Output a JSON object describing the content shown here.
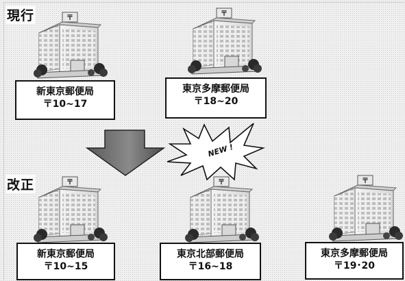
{
  "sections": {
    "current_label": "現行",
    "revised_label": "改正"
  },
  "current_offices": [
    {
      "name": "新東京郵便局",
      "zip": "〒10~17"
    },
    {
      "name": "東京多摩郵便局",
      "zip": "〒18~20"
    }
  ],
  "revised_offices": [
    {
      "name": "新東京郵便局",
      "zip": "〒10~15"
    },
    {
      "name": "東京北部郵便局",
      "zip": "〒16~18"
    },
    {
      "name": "東京多摩郵便局",
      "zip": "〒19･20"
    }
  ],
  "badge": {
    "text": "NEW !"
  },
  "icons": {
    "building": "post-office-building-icon",
    "arrow": "down-arrow-icon",
    "burst": "starburst-icon"
  }
}
